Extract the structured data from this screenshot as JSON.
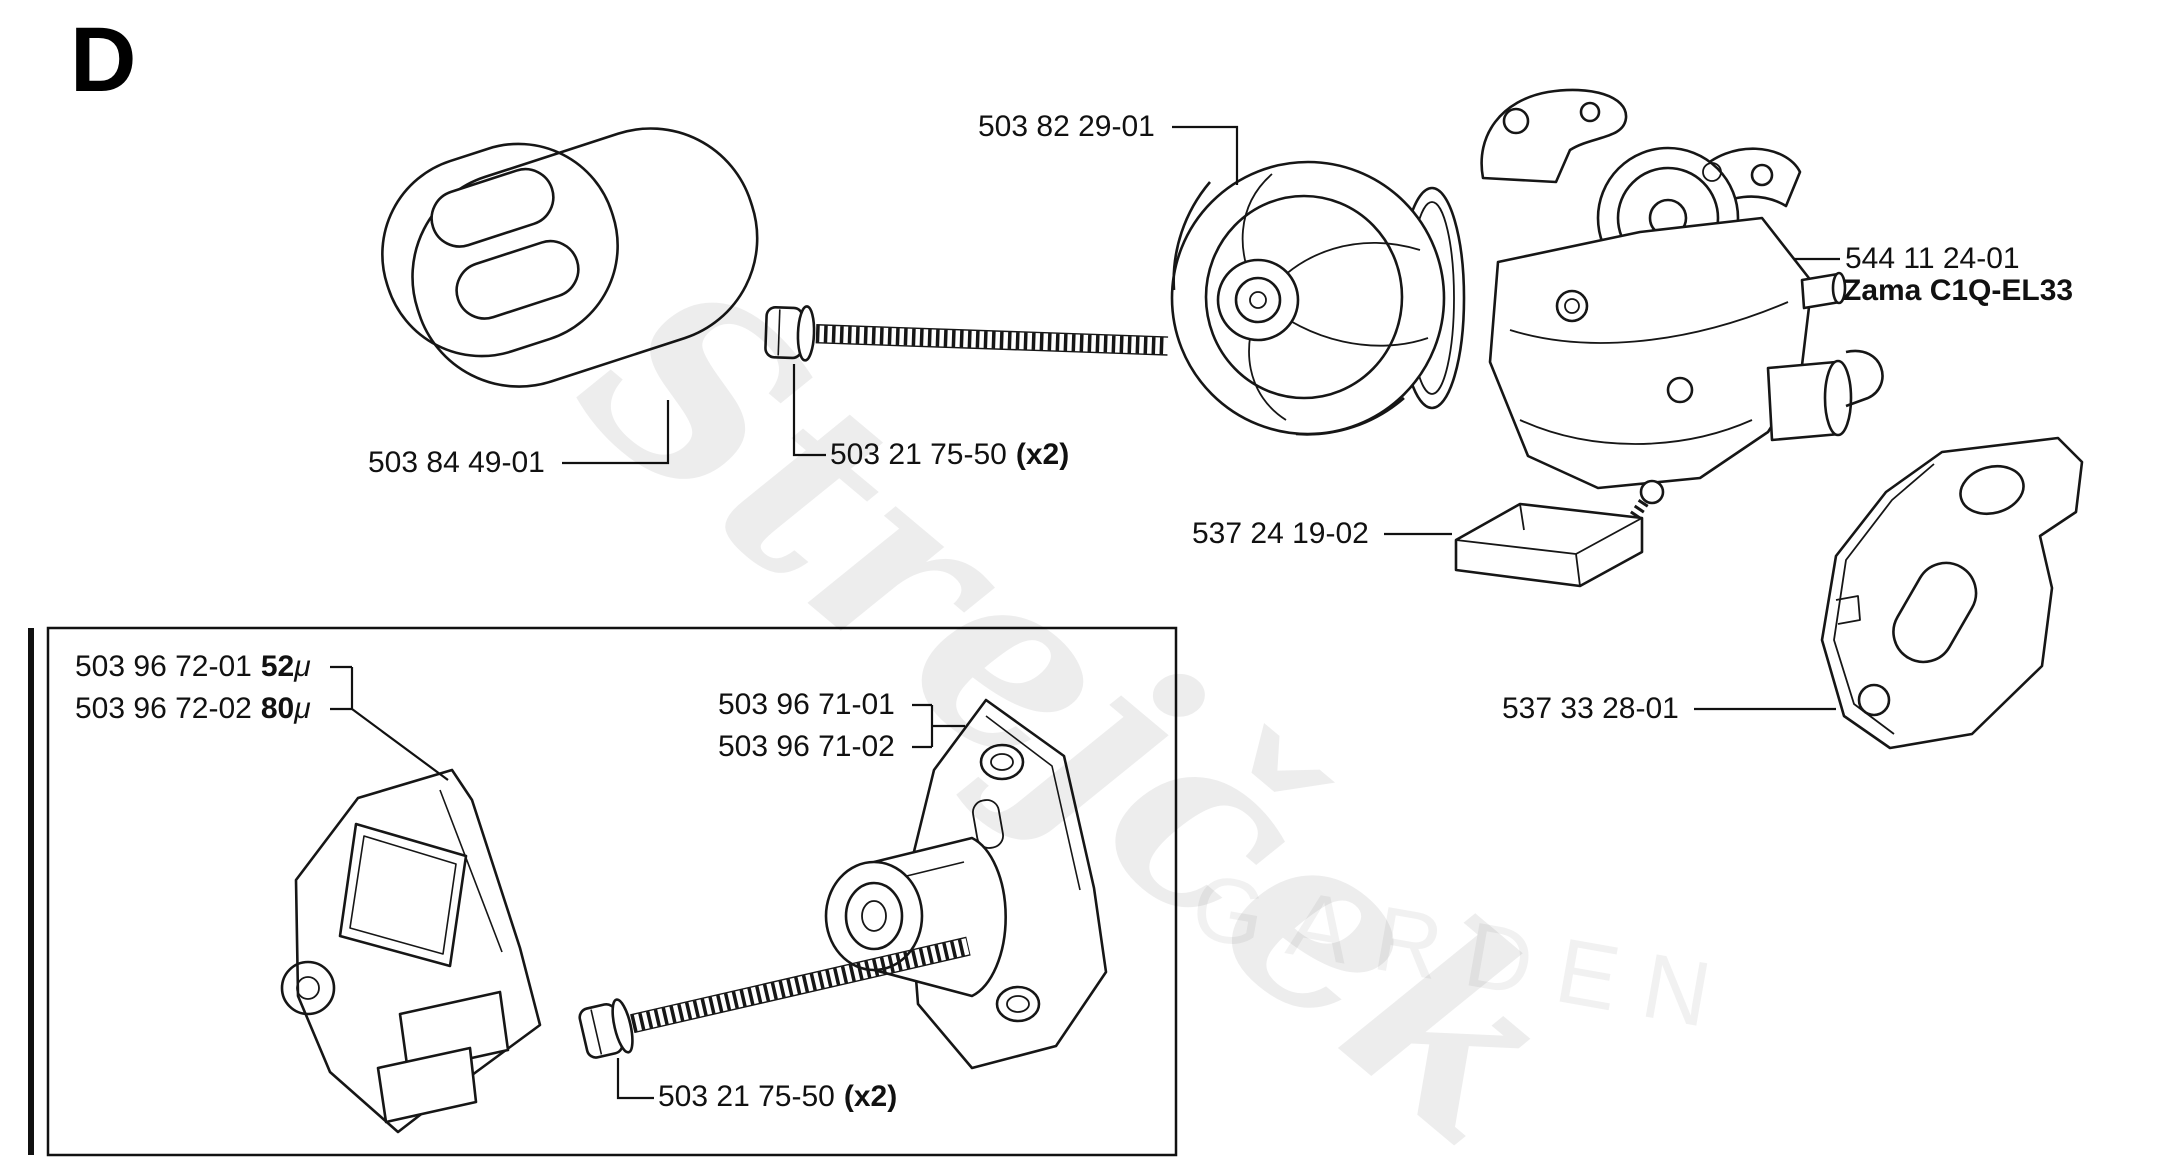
{
  "diagram": {
    "section_letter": "D",
    "watermark_line1": "Strejček",
    "watermark_line2": "GARDEN"
  },
  "parts": {
    "air_filter_housing": {
      "number": "503 82 29-01"
    },
    "carburetor": {
      "number": "544 11 24-01",
      "model": "Zama C1Q-EL33"
    },
    "muffler": {
      "number": "503 84 49-01"
    },
    "screw_upper": {
      "number": "503 21 75-50",
      "qty": "(x2)"
    },
    "insulator": {
      "number": "537 24 19-02"
    },
    "gasket": {
      "number": "537 33 28-01"
    },
    "filter_52": {
      "number": "503 96 72-01",
      "size": "52",
      "unit": "μ"
    },
    "filter_80": {
      "number": "503 96 72-02",
      "size": "80",
      "unit": "μ"
    },
    "manifold_a": {
      "number": "503 96 71-01"
    },
    "manifold_b": {
      "number": "503 96 71-02"
    },
    "screw_lower": {
      "number": "503 21 75-50",
      "qty": "(x2)"
    }
  }
}
